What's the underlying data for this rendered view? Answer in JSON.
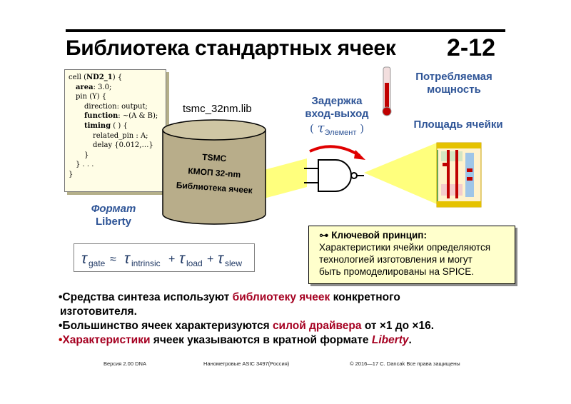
{
  "slide": {
    "title": "Библиотека стандартных ячеек",
    "number": "2-12"
  },
  "liberty_code": {
    "l1_a": "cell (",
    "l1_b": "ND2_1",
    "l1_c": ") {",
    "l2_a": "area",
    "l2_b": ": 3.0;",
    "l3": "pin (Y) {",
    "l4": "direction: output;",
    "l5_a": "function",
    "l5_b": ": ~(A & B);",
    "l6_a": "timing",
    "l6_b": " ( ) {",
    "l7": "related_pin : A;",
    "l8": "delay {0.012,…}",
    "l9": "}",
    "l10": "} . . .",
    "l11": "}"
  },
  "library": {
    "file_name": "tsmc_32nm.lib",
    "drum_line1": "TSMC",
    "drum_line2": "КМОП 32-nm",
    "drum_line3": "Библиотека ячеек"
  },
  "format": {
    "line1": "Формат",
    "line2": "Liberty"
  },
  "formula": {
    "tau": "τ",
    "gate": "gate",
    "approx": "≈",
    "intrinsic": "intrinsic",
    "plus": "+",
    "load": "load",
    "slew": "slew"
  },
  "delay": {
    "line1": "Задержка",
    "line2": "вход-выход",
    "open": "(",
    "tau": "τ",
    "sub": "Элемент",
    "close": ")"
  },
  "power": {
    "line1": "Потребляемая",
    "line2": "мощность"
  },
  "area": {
    "label": "Площадь ячейки"
  },
  "principle": {
    "icon": "⊶",
    "heading": "Ключевой принцип:",
    "line1": "Характеристики ячейки определяются",
    "line2": "технологией изготовления и могут",
    "line3": "быть промоделированы на SPICE."
  },
  "bullets": {
    "b1_a": "•Средства синтеза используют ",
    "b1_b": "библиотеку ячеек",
    "b1_c": " конкретного",
    "b1_d": "изготовителя.",
    "b2_a": "•Большинство ячеек характеризуются ",
    "b2_b": "силой драйвера",
    "b2_c": " от ×1 до ×16.",
    "b3_a": "•",
    "b3_b": "Характеристики",
    "b3_c": " ячеек указываются в кратной формате ",
    "b3_d": "Liberty",
    "b3_e": "."
  },
  "footer": {
    "version": "Версия 2.00 DNA",
    "course": "Нанометровые ASIC 3497(Россия)",
    "copyright": "© 2016—17 C. Dancak  Все права защищены"
  },
  "colors": {
    "heading_blue": "#2f5597",
    "highlight_red": "#a50021",
    "note_yellow": "#ffffcc",
    "beam_yellow": "#ffff66",
    "drum_tan": "#b8ad8a"
  },
  "icons": {
    "thermometer": "thermometer-icon",
    "nand_gate": "nand-gate-icon",
    "delay_arrow": "curved-arrow-icon",
    "cell_layout": "cell-layout-icon",
    "key": "key-icon"
  }
}
